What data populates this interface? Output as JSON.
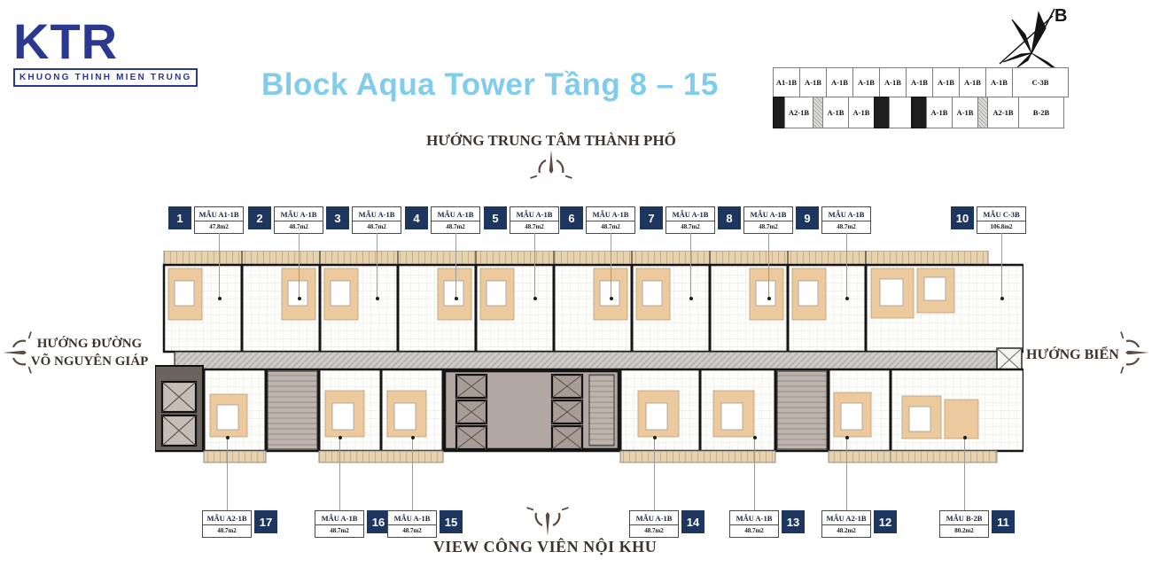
{
  "logo": {
    "text": "KTR",
    "subtext": "KHUONG THINH MIEN TRUNG"
  },
  "title": "Block Aqua Tower Tầng 8 – 15",
  "compass": {
    "label": "B"
  },
  "directions": {
    "top": "HƯỚNG TRUNG TÂM THÀNH PHỐ",
    "left_line1": "HƯỚNG ĐƯỜNG",
    "left_line2": "VÕ NGUYÊN GIÁP",
    "right": "HƯỚNG BIỂN",
    "bottom": "VIEW CÔNG VIÊN NỘI KHU"
  },
  "mini_plan": {
    "top_row": [
      "A1-1B",
      "A-1B",
      "A-1B",
      "A-1B",
      "A-1B",
      "A-1B",
      "A-1B",
      "A-1B",
      "A-1B",
      "C-3B"
    ],
    "bottom_row": [
      "A2-1B",
      "A-1B",
      "A-1B",
      "A-1B",
      "A-1B",
      "A2-1B",
      "B-2B"
    ]
  },
  "units_top": [
    {
      "number": "1",
      "model": "MẪU A1-1B",
      "area": "47.8m2"
    },
    {
      "number": "2",
      "model": "MẪU A-1B",
      "area": "48.7m2"
    },
    {
      "number": "3",
      "model": "MẪU A-1B",
      "area": "48.7m2"
    },
    {
      "number": "4",
      "model": "MẪU A-1B",
      "area": "48.7m2"
    },
    {
      "number": "5",
      "model": "MẪU A-1B",
      "area": "48.7m2"
    },
    {
      "number": "6",
      "model": "MẪU A-1B",
      "area": "48.7m2"
    },
    {
      "number": "7",
      "model": "MẪU A-1B",
      "area": "48.7m2"
    },
    {
      "number": "8",
      "model": "MẪU A-1B",
      "area": "48.7m2"
    },
    {
      "number": "9",
      "model": "MẪU A-1B",
      "area": "48.7m2"
    },
    {
      "number": "10",
      "model": "MẪU C-3B",
      "area": "106.8m2"
    }
  ],
  "units_bottom": [
    {
      "number": "17",
      "model": "MẪU A2-1B",
      "area": "48.7m2"
    },
    {
      "number": "16",
      "model": "MẪU A-1B",
      "area": "48.7m2"
    },
    {
      "number": "15",
      "model": "MẪU A-1B",
      "area": "48.7m2"
    },
    {
      "number": "14",
      "model": "MẪU A-1B",
      "area": "48.7m2"
    },
    {
      "number": "13",
      "model": "MẪU A-1B",
      "area": "48.7m2"
    },
    {
      "number": "12",
      "model": "MẪU A2-1B",
      "area": "48.2m2"
    },
    {
      "number": "11",
      "model": "MẪU B-2B",
      "area": "80.2m2"
    }
  ],
  "colors": {
    "logo_navy": "#2b3890",
    "chip_navy": "#1d3660",
    "title_blue": "#7fccec",
    "direction_text": "#3e332d",
    "arrow_brown": "#5c4b42",
    "bedroom_tan": "#e7d2af",
    "corridor_gray": "#cccbc8",
    "core_mauve": "#b3a8a3"
  }
}
